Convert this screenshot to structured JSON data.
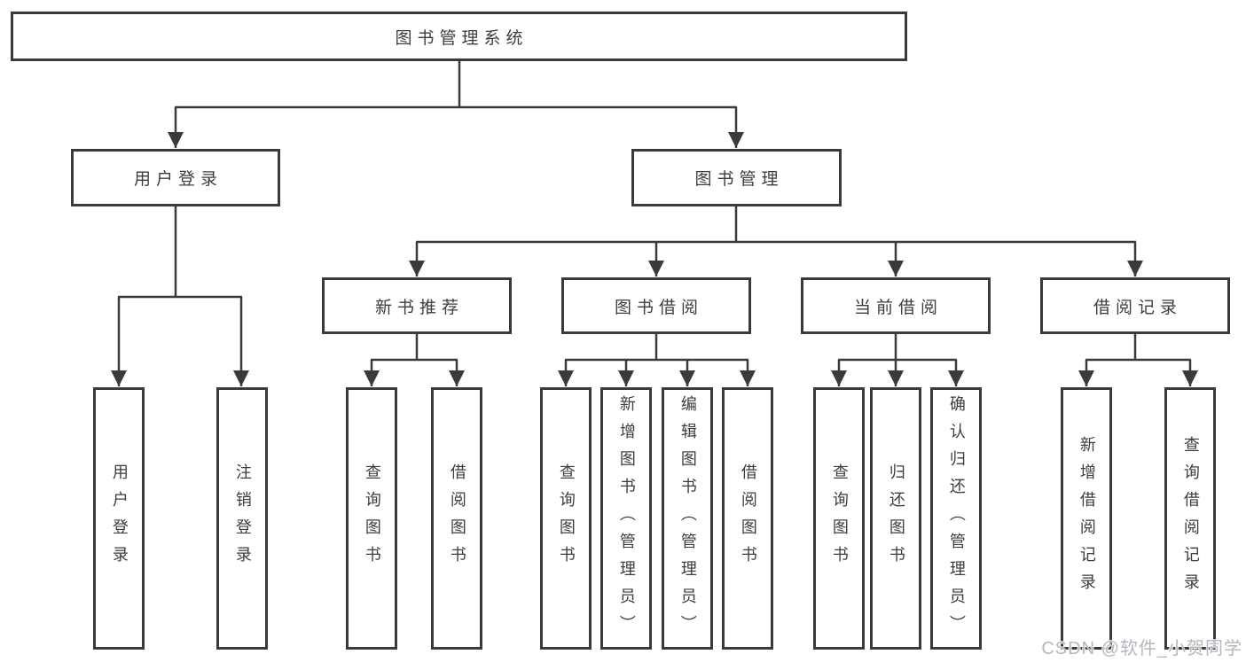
{
  "nodes": {
    "root": "图书管理系统",
    "user_login": "用户登录",
    "book_mgmt": "图书管理",
    "new_books": "新书推荐",
    "book_borrow": "图书借阅",
    "current_borrow": "当前借阅",
    "borrow_records": "借阅记录",
    "leaves_user": [
      "用户登录",
      "注销登录"
    ],
    "leaves_new": [
      "查询图书",
      "借阅图书"
    ],
    "leaves_borrow": [
      "查询图书",
      "新增图书（管理员）",
      "编辑图书（管理员）",
      "借阅图书"
    ],
    "leaves_current": [
      "查询图书",
      "归还图书",
      "确认归还（管理员）"
    ],
    "leaves_records": [
      "新增借阅记录",
      "查询借阅记录"
    ]
  },
  "watermark": "CSDN @软件_小贺同学",
  "colors": {
    "line": "#3a3a3a",
    "text": "#3d3d3d",
    "watermark": "#b4b7bd",
    "background": "#ffffff"
  }
}
